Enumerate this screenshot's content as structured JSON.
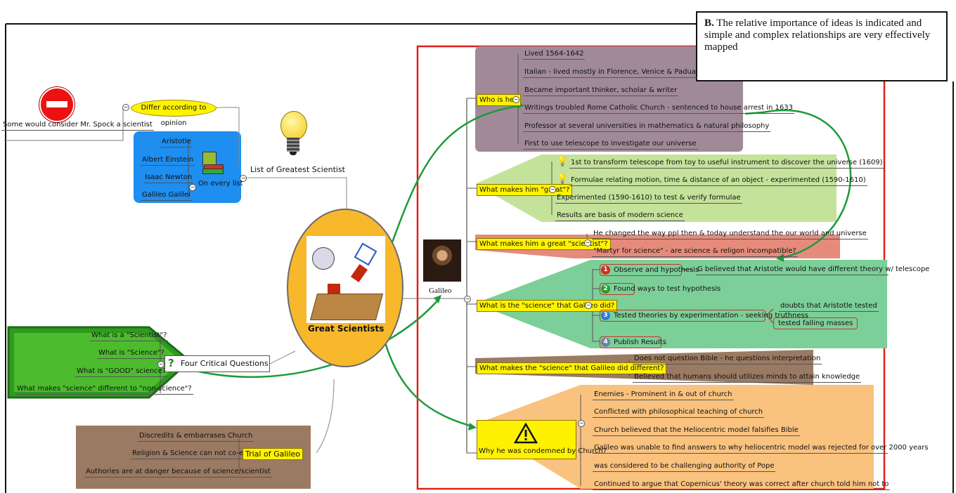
{
  "callout": {
    "bold": "B.",
    "text": " The relative importance of ideas is indicated and simple and complex relationships are very effectively mapped"
  },
  "center": {
    "title": "Great Scientists"
  },
  "left_top": {
    "spock": "Some would consider Mr. Spock a scientist",
    "differ": "Differ according to opinion",
    "list_title": "List of Greatest Scientist",
    "on_every_list": "On every list",
    "names": [
      "Aristotle",
      "Albert Einstein",
      "Isaac Newton",
      "Galileo Galilei"
    ]
  },
  "questions": {
    "title": "Four Critical Questions",
    "items": [
      "What is a \"Scientist\"?",
      "What is \"Science\"?",
      "What is \"GOOD\" science?",
      "What makes \"science\" different to \"non-science\"?"
    ]
  },
  "trial": {
    "title": "Trial of Galileo",
    "items": [
      "Discredits & embarrases Church",
      "Religion & Science can not co-exist",
      "Authories are at danger because of science/scientist"
    ]
  },
  "galileo": {
    "caption": "Galileo"
  },
  "who": {
    "title": "Who is he?",
    "items": [
      "Lived 1564-1642",
      "Italian - lived mostly in Florence, Venice & Padua",
      "Became important thinker, scholar & writer",
      "Writings troubled Rome Catholic Church - sentenced to house arrest in 1633",
      "Professor at several universities in mathematics & natural philosophy",
      "First to use telescope to investigate our universe"
    ]
  },
  "great": {
    "title": "What makes him \"great\"?",
    "items": [
      "1st to transform telescope from toy to useful instrument to discover the universe (1609)",
      "Formulae relating motion, time & distance of an object - experimented (1590-1610)",
      "Experimented (1590-1610) to test & verify formulae",
      "Results are basis of modern science"
    ]
  },
  "scientist": {
    "title": "What makes him a great \"scientist\"?",
    "items": [
      "He changed the way ppl then & today understand the our world and universe",
      "\"Martyr for science\" - are science & religon incompatible?"
    ]
  },
  "science": {
    "title": "What is the \"science\" that Galileo did?",
    "steps": [
      "Observe and hypothesis",
      "Found ways to test hypothesis",
      "Tested theories by experimentation - seeking truthness",
      "Publish Results"
    ],
    "step_numbers": [
      "1",
      "2",
      "3",
      "4"
    ],
    "note1": "G believed that Aristotle would have different theory w/ telescope",
    "note3a": "doubts that Aristotle tested",
    "note3b": "tested falling masses"
  },
  "different": {
    "title": "What makes the \"science\" that Galileo did different?",
    "items": [
      "Does not question Bible - he questions interpretation",
      "Believed that humans should utilizes minds to attain knowledge"
    ]
  },
  "condemned": {
    "title": "Why he was condemned by Church?",
    "items": [
      "Enemies - Prominent in & out of church",
      "Conflicted with philosophical teaching of church",
      "Church believed that the Heliocentric model falsifies Bible",
      "Galileo was unable to find answers to why heliocentric model was rejected for over 2000 years",
      "was considered to be challenging authority of Pope",
      "Continued to argue that Copernicus' theory was correct after church told him not to"
    ]
  },
  "icons": [
    "stop-sign-icon",
    "lightbulb-icon",
    "books-icon",
    "question-mark-icon",
    "warning-icon",
    "galileo-portrait-icon"
  ],
  "colors": {
    "purple": "#a08a98",
    "lightgreen": "#c5e29a",
    "salmon": "#e58b7c",
    "teal": "#7ccf98",
    "brown": "#9b7a63",
    "orange": "#f9c27f",
    "blue": "#1e8ef0",
    "darkgreen": "#2e9b1f",
    "yellow": "#fff200",
    "ellipse": "#f7b82c",
    "arrow": "#1c9a3a",
    "frame": "#e0211b"
  }
}
